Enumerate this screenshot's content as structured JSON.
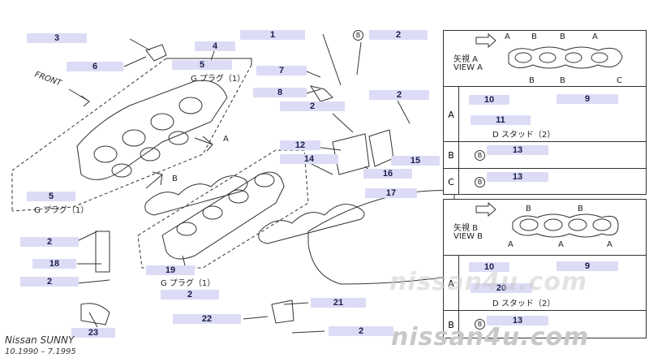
{
  "callouts": {
    "c_3": "3",
    "c_6": "6",
    "c_1": "1",
    "c_2_top": "2",
    "c_4": "4",
    "c_5_top": "5",
    "c_7": "7",
    "c_8": "8",
    "c_2_mid": "2",
    "c_2_right": "2",
    "c_12": "12",
    "c_14": "14",
    "c_15": "15",
    "c_16": "16",
    "c_17": "17",
    "c_5_left": "5",
    "c_2_left1": "2",
    "c_18": "18",
    "c_2_left2": "2",
    "c_19": "19",
    "c_2_bottom1": "2",
    "c_21": "21",
    "c_22": "22",
    "c_23": "23",
    "c_2_bottom2": "2",
    "t_10a": "10",
    "t_9a": "9",
    "t_11": "11",
    "t_13a": "13",
    "t_13b": "13",
    "t_10b": "10",
    "t_9b": "9",
    "t_20": "20",
    "t_13c": "13"
  },
  "labels": {
    "front": "FRONT",
    "g_plug_top": "G プラグ（1）",
    "g_plug_left": "G プラグ（1）",
    "g_plug_mid": "G プラグ（1）",
    "letter_a_manifold": "A",
    "letter_b_manifold": "B",
    "view_a_1": "矢視 A",
    "view_a_2": "VIEW A",
    "view_b_1": "矢視 B",
    "view_b_2": "VIEW B",
    "stud_a": "D スタッド（2）",
    "stud_b": "D スタッド（2）",
    "row_a": "A",
    "row_b": "B",
    "row_c": "C",
    "row_a2": "A",
    "row_b2": "B",
    "circle_b1": "B",
    "circle_b2": "B",
    "circle_b3": "B",
    "circle_b4": "B",
    "gasket_a_tags": [
      "A",
      "B",
      "B",
      "A",
      "B",
      "B",
      "C"
    ],
    "gasket_b_tags": [
      "B",
      "B",
      "A",
      "A",
      "A"
    ]
  },
  "footer": {
    "brand": "Nissan SUNNY",
    "dates": "10.1990 – 7.1995",
    "watermark_bottom": "nissan4u.com",
    "watermark_mid": "nissan4u.com"
  }
}
